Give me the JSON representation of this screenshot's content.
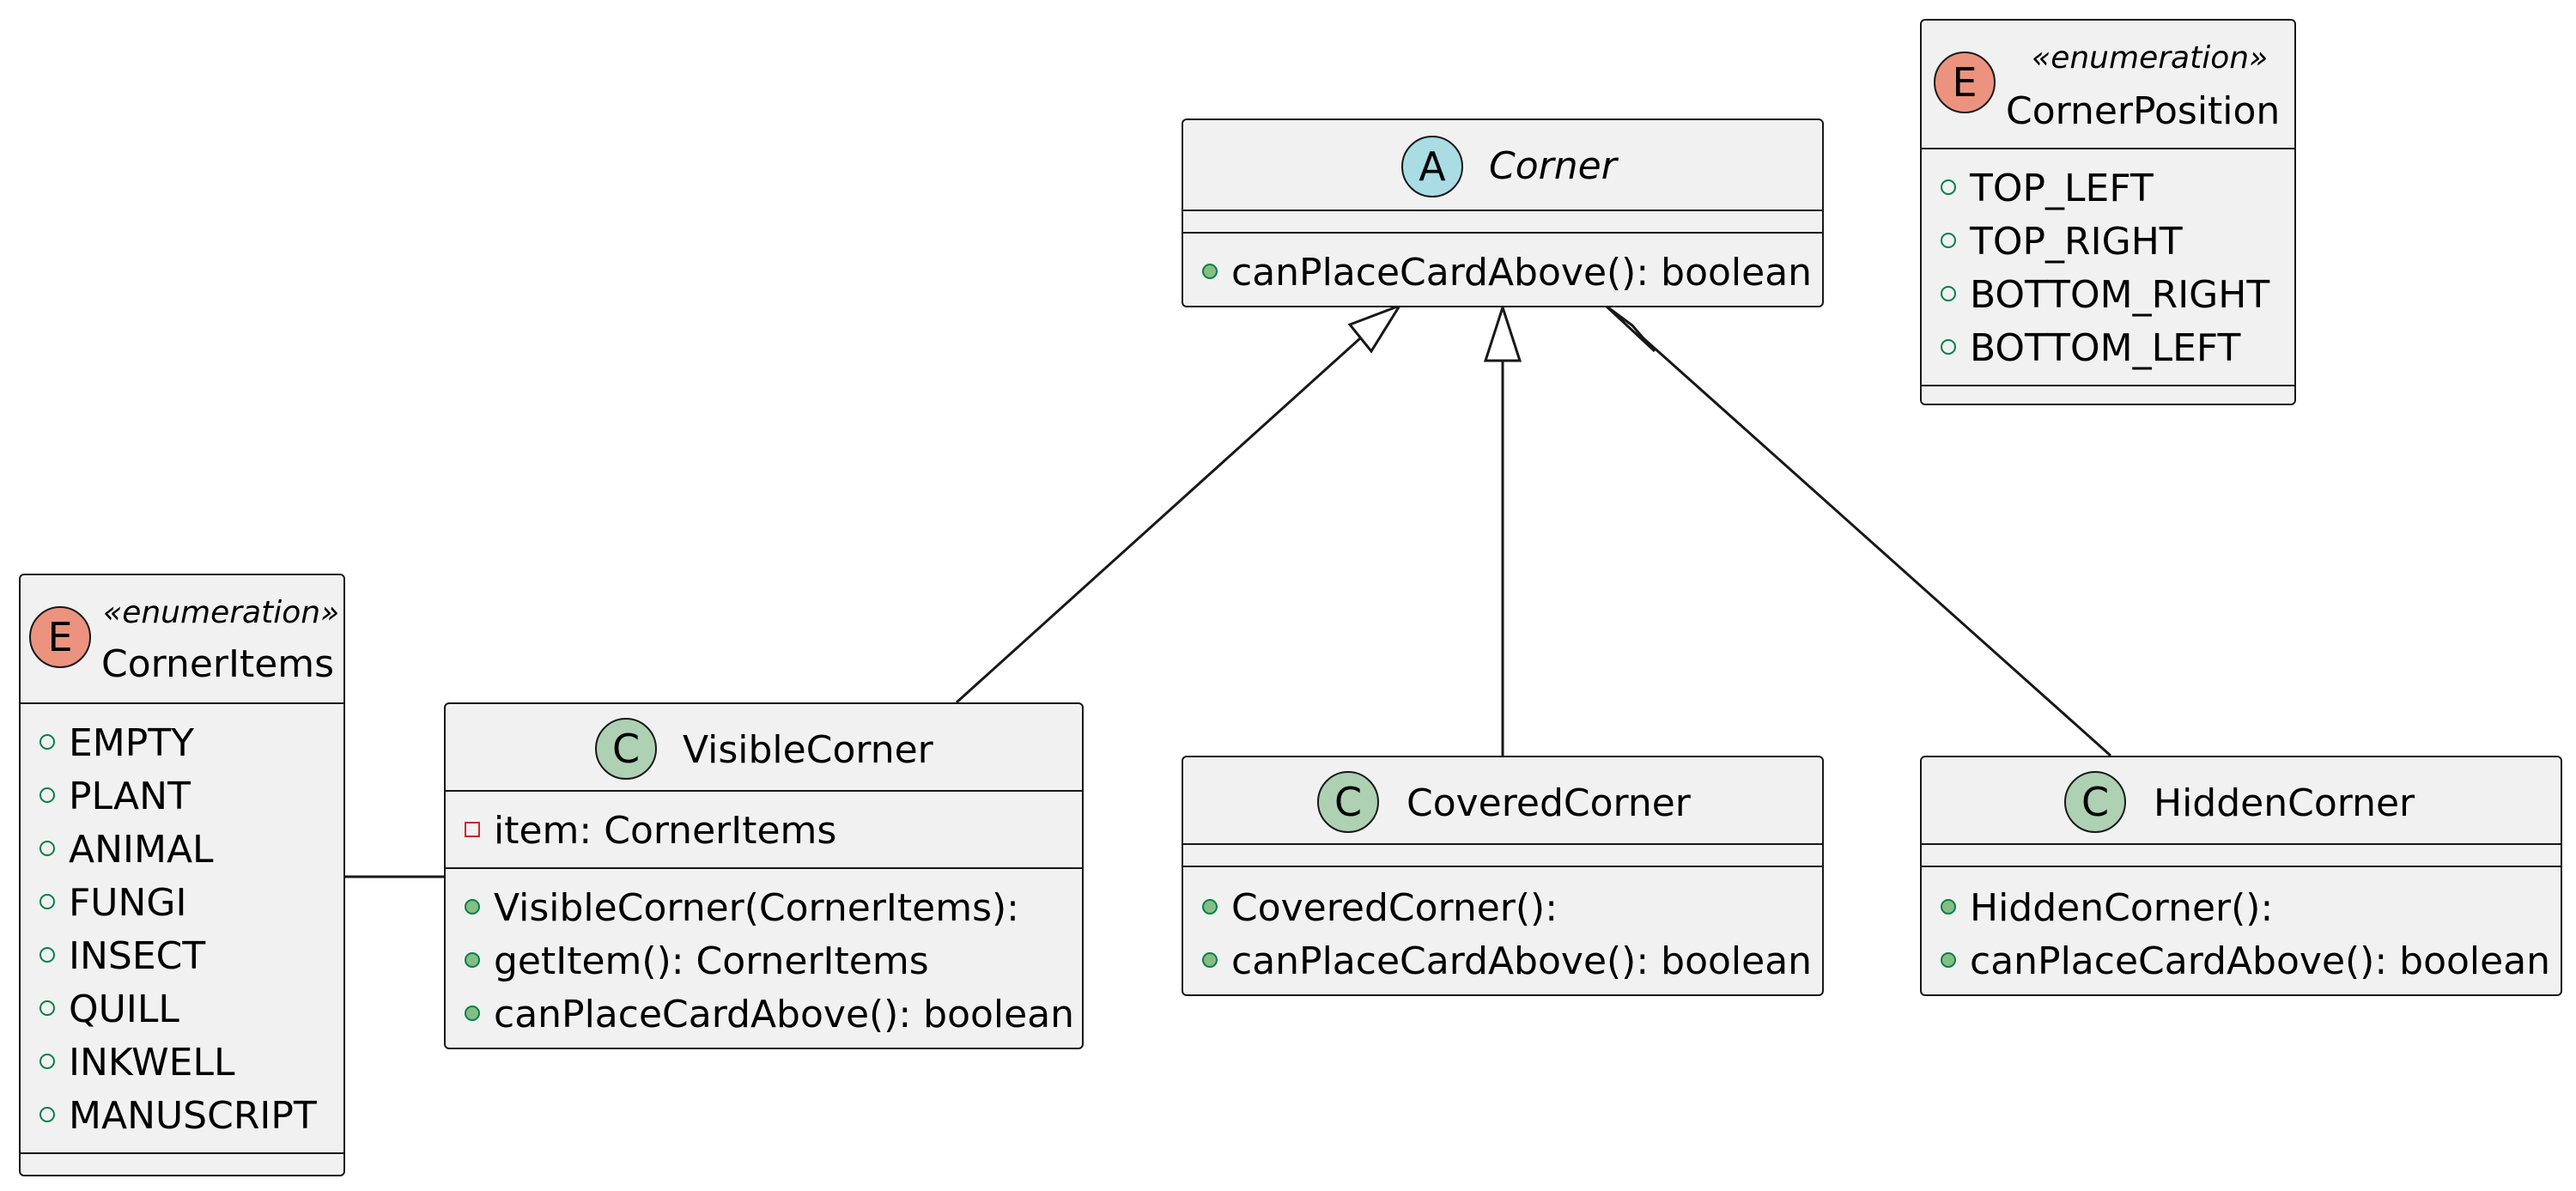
{
  "classes": {
    "corner": {
      "badge": "A",
      "name": "Corner",
      "methods": [
        "canPlaceCardAbove(): boolean"
      ]
    },
    "corner_position": {
      "badge": "E",
      "stereotype": "«enumeration»",
      "name": "CornerPosition",
      "values": [
        "TOP_LEFT",
        "TOP_RIGHT",
        "BOTTOM_RIGHT",
        "BOTTOM_LEFT"
      ]
    },
    "corner_items": {
      "badge": "E",
      "stereotype": "«enumeration»",
      "name": "CornerItems",
      "values": [
        "EMPTY",
        "PLANT",
        "ANIMAL",
        "FUNGI",
        "INSECT",
        "QUILL",
        "INKWELL",
        "MANUSCRIPT"
      ]
    },
    "visible_corner": {
      "badge": "C",
      "name": "VisibleCorner",
      "fields": [
        "item: CornerItems"
      ],
      "methods": [
        "VisibleCorner(CornerItems):",
        "getItem(): CornerItems",
        "canPlaceCardAbove(): boolean"
      ]
    },
    "covered_corner": {
      "badge": "C",
      "name": "CoveredCorner",
      "methods": [
        "CoveredCorner():",
        "canPlaceCardAbove(): boolean"
      ]
    },
    "hidden_corner": {
      "badge": "C",
      "name": "HiddenCorner",
      "methods": [
        "HiddenCorner():",
        "canPlaceCardAbove(): boolean"
      ]
    }
  },
  "relations": [
    {
      "type": "inheritance",
      "from": "VisibleCorner",
      "to": "Corner"
    },
    {
      "type": "inheritance",
      "from": "CoveredCorner",
      "to": "Corner"
    },
    {
      "type": "inheritance",
      "from": "HiddenCorner",
      "to": "Corner"
    },
    {
      "type": "association",
      "from": "CornerItems",
      "to": "VisibleCorner"
    }
  ],
  "colors": {
    "box_fill": "#f1f1f1",
    "border": "#181818",
    "class_badge": "#add1b2",
    "abstract_badge": "#a9dce3",
    "enum_badge": "#eb937f",
    "public_marker": "#84be84",
    "private_marker": "#c82930"
  }
}
